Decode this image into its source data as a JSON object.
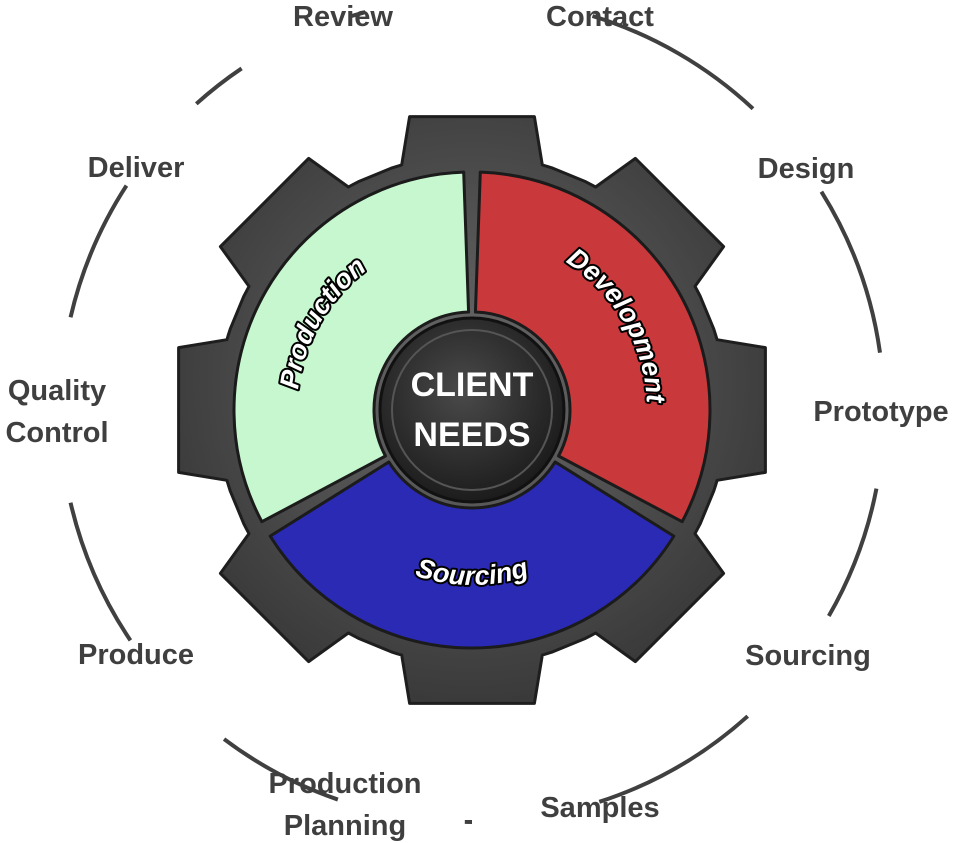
{
  "center": {
    "line1": "CLIENT",
    "line2": "NEEDS"
  },
  "segments": [
    {
      "label": "Development",
      "color": "#c9393b"
    },
    {
      "label": "Sourcing",
      "color": "#2a2ab5"
    },
    {
      "label": "Production",
      "color": "#c6f7cf"
    }
  ],
  "cycle_steps": [
    {
      "lines": [
        "Contact"
      ]
    },
    {
      "lines": [
        "Design"
      ]
    },
    {
      "lines": [
        "Prototype"
      ]
    },
    {
      "lines": [
        "Sourcing"
      ]
    },
    {
      "lines": [
        "Samples"
      ]
    },
    {
      "lines": [
        "Production",
        "Planning"
      ]
    },
    {
      "lines": [
        "Produce"
      ]
    },
    {
      "lines": [
        "Quality",
        "Control"
      ]
    },
    {
      "lines": [
        "Deliver"
      ]
    },
    {
      "lines": [
        "Review"
      ]
    }
  ],
  "colors": {
    "gear": "#4a4a4a",
    "ring": "#404040",
    "hub": "#2a2a2a",
    "step_text": "#3f3f3f"
  }
}
